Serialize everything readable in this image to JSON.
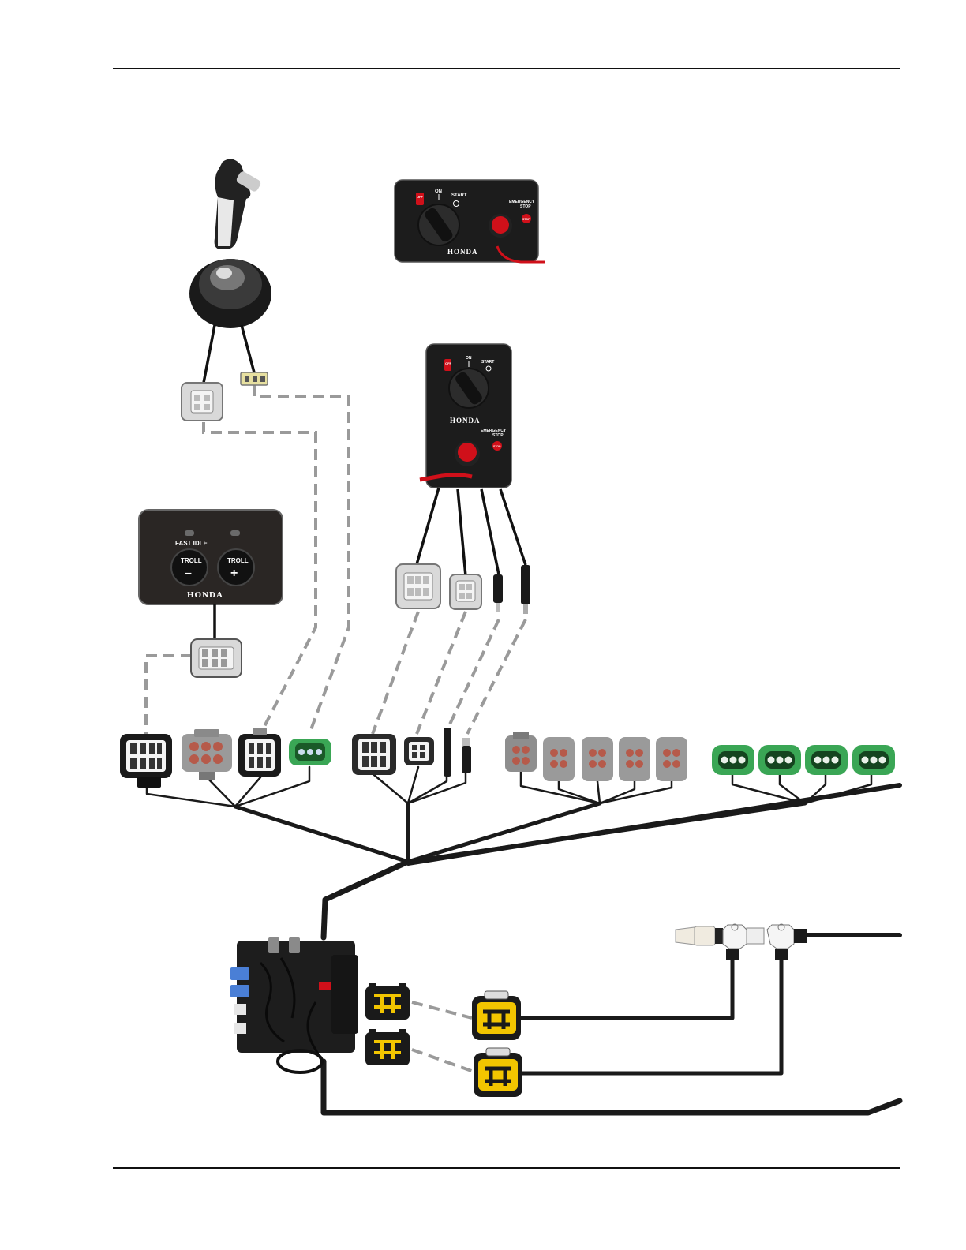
{
  "rc_box_horizontal": {
    "off": "OFF",
    "on": "ON",
    "start": "START",
    "emergency_line1": "EMERGENCY",
    "emergency_line2": "STOP",
    "stop": "STOP",
    "brand": "HONDA"
  },
  "rc_box_vertical": {
    "off": "OFF",
    "on": "ON",
    "start": "START",
    "emergency_line1": "EMERGENCY",
    "emergency_line2": "STOP",
    "stop": "STOP",
    "brand": "HONDA"
  },
  "troll_panel": {
    "fast_idle": "FAST IDLE",
    "troll_left": "TROLL",
    "troll_left_sign": "–",
    "troll_right": "TROLL",
    "troll_right_sign": "+",
    "brand": "HONDA"
  },
  "colors": {
    "cable": "#1a1a1a",
    "dashed_link": "#9a9a9a",
    "connector_gray": "#d6d6d6",
    "connector_yellow": "#f2c500",
    "connector_green": "#3aa655",
    "connector_blue": "#4a7fd6",
    "knob_red": "#d0101a",
    "panel_black": "#1c1c1c"
  }
}
